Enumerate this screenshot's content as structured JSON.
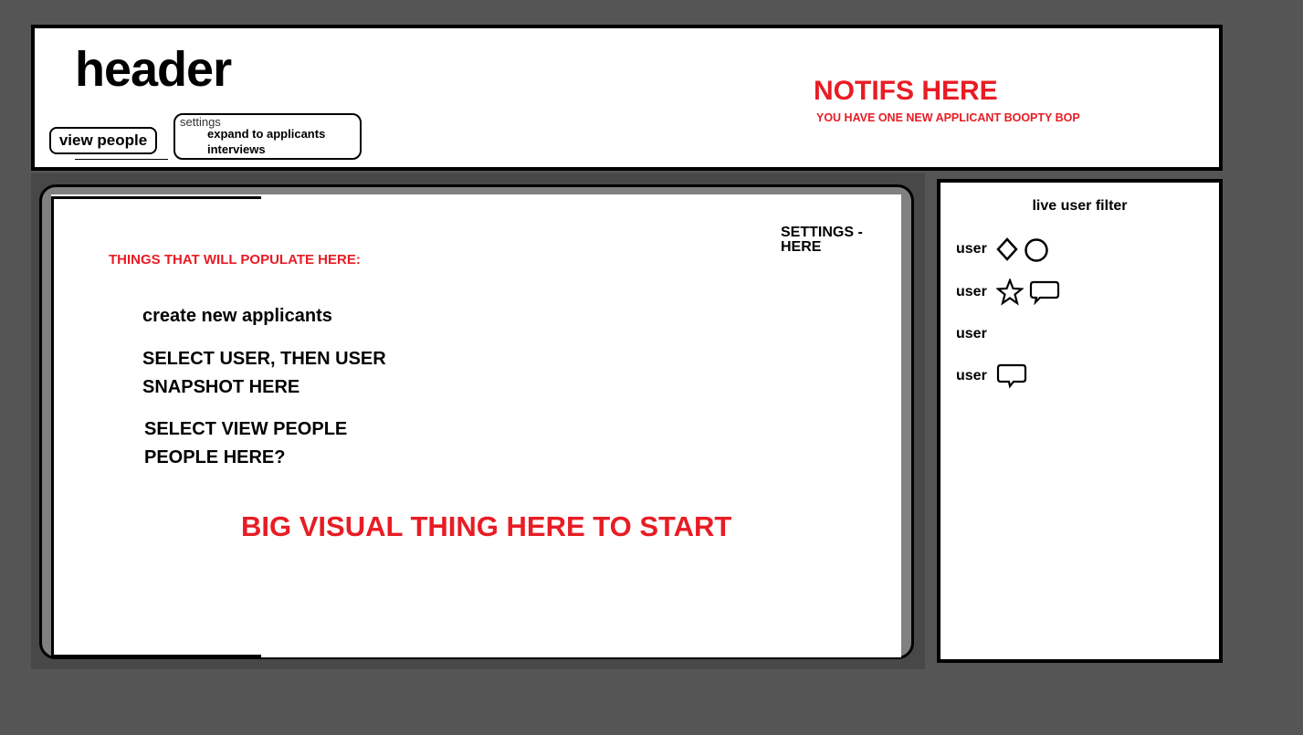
{
  "header": {
    "title": "header",
    "view_people_label": "view people",
    "settings_menu": {
      "label": "settings",
      "items": [
        "expand to applicants",
        "interviews"
      ]
    },
    "notifs_title": "NOTIFS HERE",
    "notifs_message": "YOU HAVE ONE NEW APPLICANT BOOPTY BOP"
  },
  "main": {
    "settings_label": "SETTINGS - HERE",
    "populate_label": "THINGS THAT WILL POPULATE HERE:",
    "items": [
      "create new applicants",
      "SELECT USER, THEN USER SNAPSHOT HERE",
      "SELECT VIEW PEOPLE PEOPLE HERE?"
    ],
    "big_visual": "BIG VISUAL THING HERE TO START"
  },
  "sidebar": {
    "title": "live user filter",
    "users": [
      {
        "label": "user",
        "icons": [
          "diamond-icon",
          "circle-icon"
        ]
      },
      {
        "label": "user",
        "icons": [
          "star-icon",
          "speech-bubble-icon"
        ]
      },
      {
        "label": "user",
        "icons": []
      },
      {
        "label": "user",
        "icons": [
          "speech-bubble-icon"
        ]
      }
    ]
  },
  "colors": {
    "background": "#555555",
    "accent_red": "#e81c24",
    "panel_gray": "#808080"
  }
}
